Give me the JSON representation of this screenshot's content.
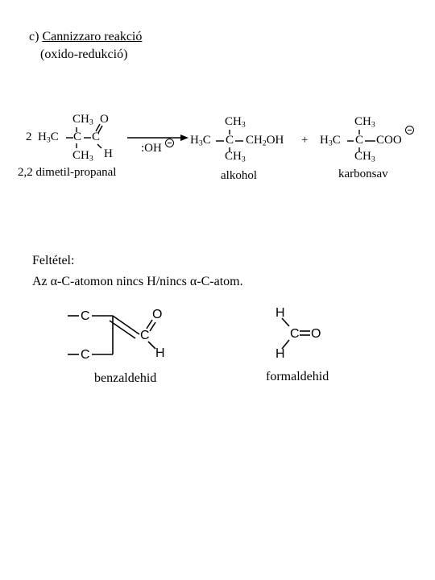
{
  "heading": {
    "prefix": "c) ",
    "title": "Cannizzaro reakció",
    "subtitle": "(oxido-redukció)"
  },
  "reaction": {
    "reactant": {
      "coefficient": "2",
      "h3c": "H",
      "h3c_sub": "3",
      "h3c_c": "C",
      "c_central": "C",
      "c_aldehyde": "C",
      "ch3_top": "CH",
      "ch3_top_sub": "3",
      "oxygen": "O",
      "ch3_bottom": "CH",
      "ch3_bottom_sub": "3",
      "hydrogen": "H",
      "name": "2,2 dimetil-propanal"
    },
    "reagent": ":OH",
    "alcohol": {
      "h3c": "H",
      "h3c_sub": "3",
      "h3c_c": "C",
      "c_central": "C",
      "ch3_top": "CH",
      "ch3_top_sub": "3",
      "ch3_bottom": "CH",
      "ch3_bottom_sub": "3",
      "ch2oh": "CH",
      "ch2oh_sub": "2",
      "ch2oh_tail": "OH",
      "name": "alkohol"
    },
    "plus": "+",
    "acid": {
      "h3c": "H",
      "h3c_sub": "3",
      "h3c_c": "C",
      "c_central": "C",
      "ch3_top": "CH",
      "ch3_top_sub": "3",
      "ch3_bottom": "CH",
      "ch3_bottom_sub": "3",
      "coo": "COO",
      "name": "karbonsav"
    }
  },
  "condition": {
    "label": "Feltétel:",
    "text": "Az α-C-atomon nincs H/nincs α-C-atom."
  },
  "examples": {
    "benzaldehyde": {
      "c_top": "C",
      "c_bottom": "C",
      "c_aldehyde": "C",
      "oxygen": "O",
      "hydrogen": "H",
      "name": "benzaldehid"
    },
    "formaldehyde": {
      "h_top": "H",
      "carbon": "C",
      "oxygen": "O",
      "h_bottom": "H",
      "name": "formaldehid"
    }
  }
}
